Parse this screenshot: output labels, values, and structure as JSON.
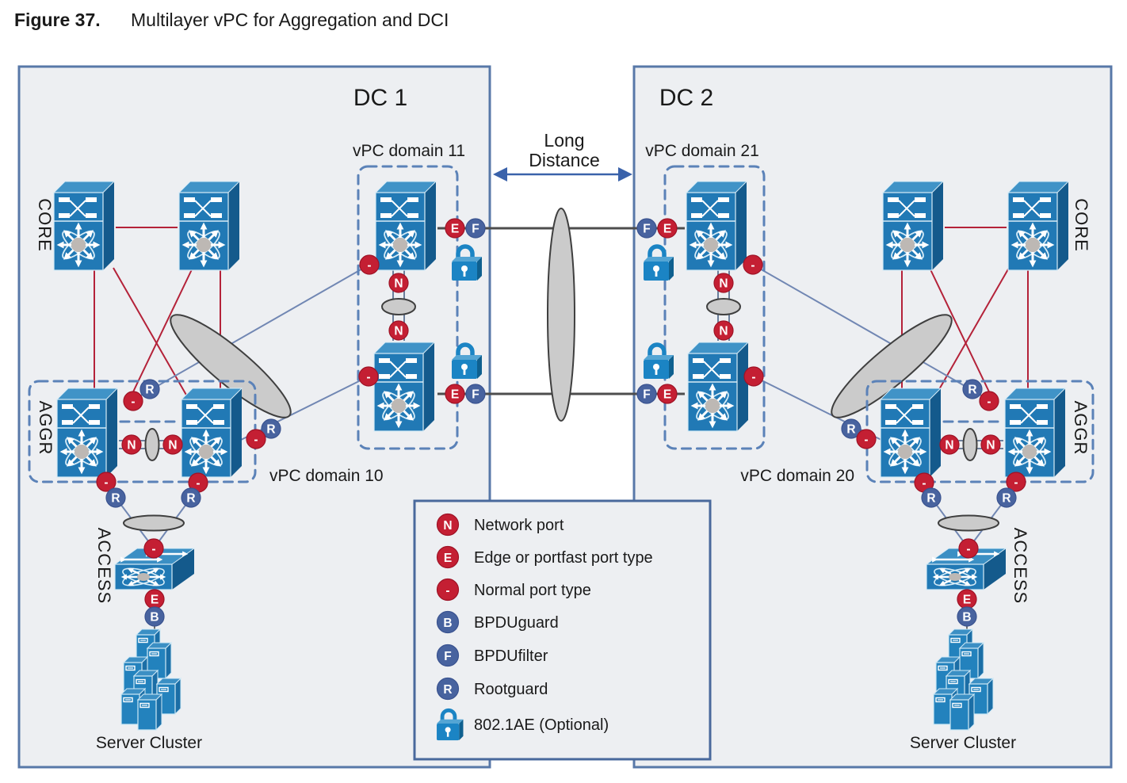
{
  "figure": {
    "label": "Figure 37.",
    "title": "Multilayer vPC for Aggregation and DCI"
  },
  "letters": {
    "network": "N",
    "edge": "E",
    "normal": "-",
    "bpduguard": "B",
    "bpdufilter": "F",
    "rootguard": "R"
  },
  "dc1": {
    "title": "DC 1",
    "core_label": "CORE",
    "aggr_label": "AGGR",
    "access_label": "ACCESS",
    "server_cluster_label": "Server Cluster",
    "vpc_domain_core": "vPC domain 11",
    "vpc_domain_aggr": "vPC domain 10"
  },
  "dc2": {
    "title": "DC 2",
    "core_label": "CORE",
    "aggr_label": "AGGR",
    "access_label": "ACCESS",
    "server_cluster_label": "Server Cluster",
    "vpc_domain_core": "vPC domain 21",
    "vpc_domain_aggr": "vPC domain 20"
  },
  "interconnect": {
    "label_line1": "Long",
    "label_line2": "Distance"
  },
  "legend": {
    "items": [
      {
        "symbol": "N",
        "kind": "red",
        "label": "Network port"
      },
      {
        "symbol": "E",
        "kind": "red",
        "label": "Edge or portfast port type"
      },
      {
        "symbol": "-",
        "kind": "red",
        "label": "Normal port type"
      },
      {
        "symbol": "B",
        "kind": "blue",
        "label": "BPDUguard"
      },
      {
        "symbol": "F",
        "kind": "blue",
        "label": "BPDUfilter"
      },
      {
        "symbol": "R",
        "kind": "blue",
        "label": "Rootguard"
      },
      {
        "symbol": "lock-icon",
        "kind": "icon",
        "label": "802.1AE (Optional)"
      }
    ]
  },
  "colors": {
    "switch_blue": "#2179b5",
    "badge_red": "#c41f33",
    "badge_blue": "#48639f",
    "link_red": "#b42239",
    "link_blue": "#7187b3",
    "link_gray": "#4d4d4d",
    "lock_blue": "#1b84c4",
    "panel_fill": "#edeff2",
    "panel_border": "#5878a8"
  }
}
